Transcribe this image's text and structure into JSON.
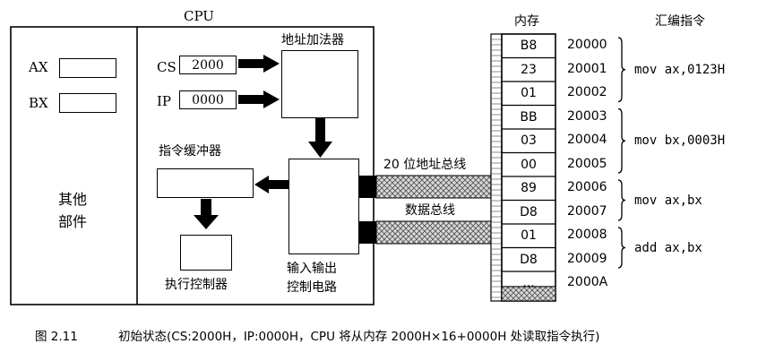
{
  "labels": {
    "cpu": "CPU",
    "ax": "AX",
    "bx": "BX",
    "other_line1": "其他",
    "other_line2": "部件",
    "cs": "CS",
    "ip": "IP",
    "cs_value": "2000",
    "ip_value": "0000",
    "address_adder": "地址加法器",
    "instruction_buffer": "指令缓冲器",
    "execution_controller": "执行控制器",
    "io_line1": "输入输出",
    "io_line2": "控制电路",
    "address_bus": "20 位地址总线",
    "data_bus": "数据总线",
    "memory_header": "内存",
    "asm_header": "汇编指令"
  },
  "memory": [
    {
      "value": "B8",
      "address": "20000"
    },
    {
      "value": "23",
      "address": "20001"
    },
    {
      "value": "01",
      "address": "20002"
    },
    {
      "value": "BB",
      "address": "20003"
    },
    {
      "value": "03",
      "address": "20004"
    },
    {
      "value": "00",
      "address": "20005"
    },
    {
      "value": "89",
      "address": "20006"
    },
    {
      "value": "D8",
      "address": "20007"
    },
    {
      "value": "01",
      "address": "20008"
    },
    {
      "value": "D8",
      "address": "20009"
    },
    {
      "value": "...",
      "address": "2000A"
    }
  ],
  "instructions": [
    {
      "text": "mov ax,0123H"
    },
    {
      "text": "mov bx,0003H"
    },
    {
      "text": "mov ax,bx"
    },
    {
      "text": "add ax,bx"
    }
  ],
  "caption": {
    "figure_number": "图 2.11",
    "text": "初始状态(CS:2000H，IP:0000H，CPU 将从内存 2000H×16+0000H 处读取指令执行)"
  }
}
